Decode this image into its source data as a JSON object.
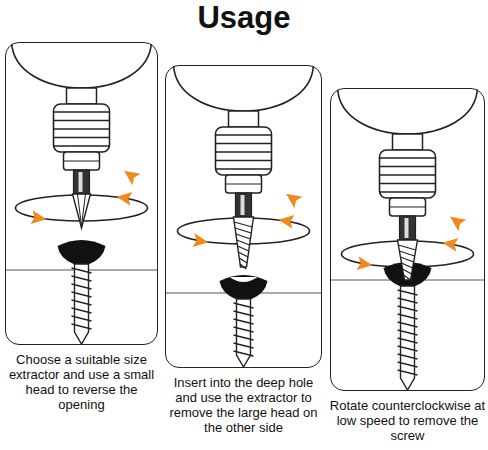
{
  "diagram": {
    "title": "Usage",
    "nodes": [
      {
        "text": [
          "Choose a suitable size extractor and use a small head to reverse the opening"
        ]
      },
      {
        "text": [
          "Insert into the deep hole and use the extractor to remove the large head on the other side"
        ]
      },
      {
        "text": [
          "Rotate counterclockwise at low speed to remove the screw"
        ]
      }
    ]
  }
}
